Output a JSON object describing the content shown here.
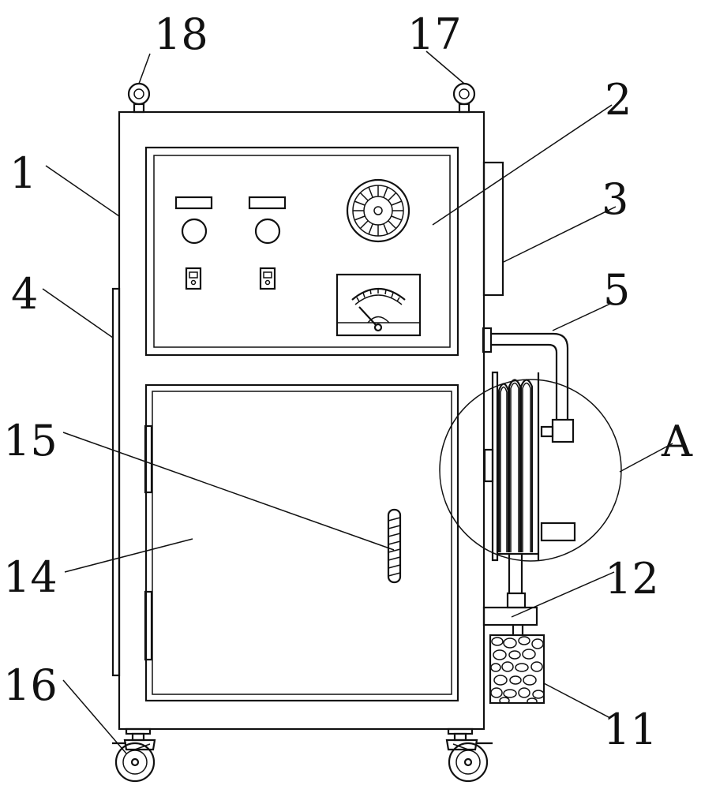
{
  "labels": {
    "cabinet": "1",
    "control_panel": "2",
    "side_box": "3",
    "side_plate": "4",
    "pipe": "5",
    "detail_circle": "A",
    "filter_box": "11",
    "pipe_connector": "12",
    "door": "14",
    "door_handle": "15",
    "caster_wheel": "16",
    "lifting_ring_right": "17",
    "lifting_ring_left": "18"
  }
}
